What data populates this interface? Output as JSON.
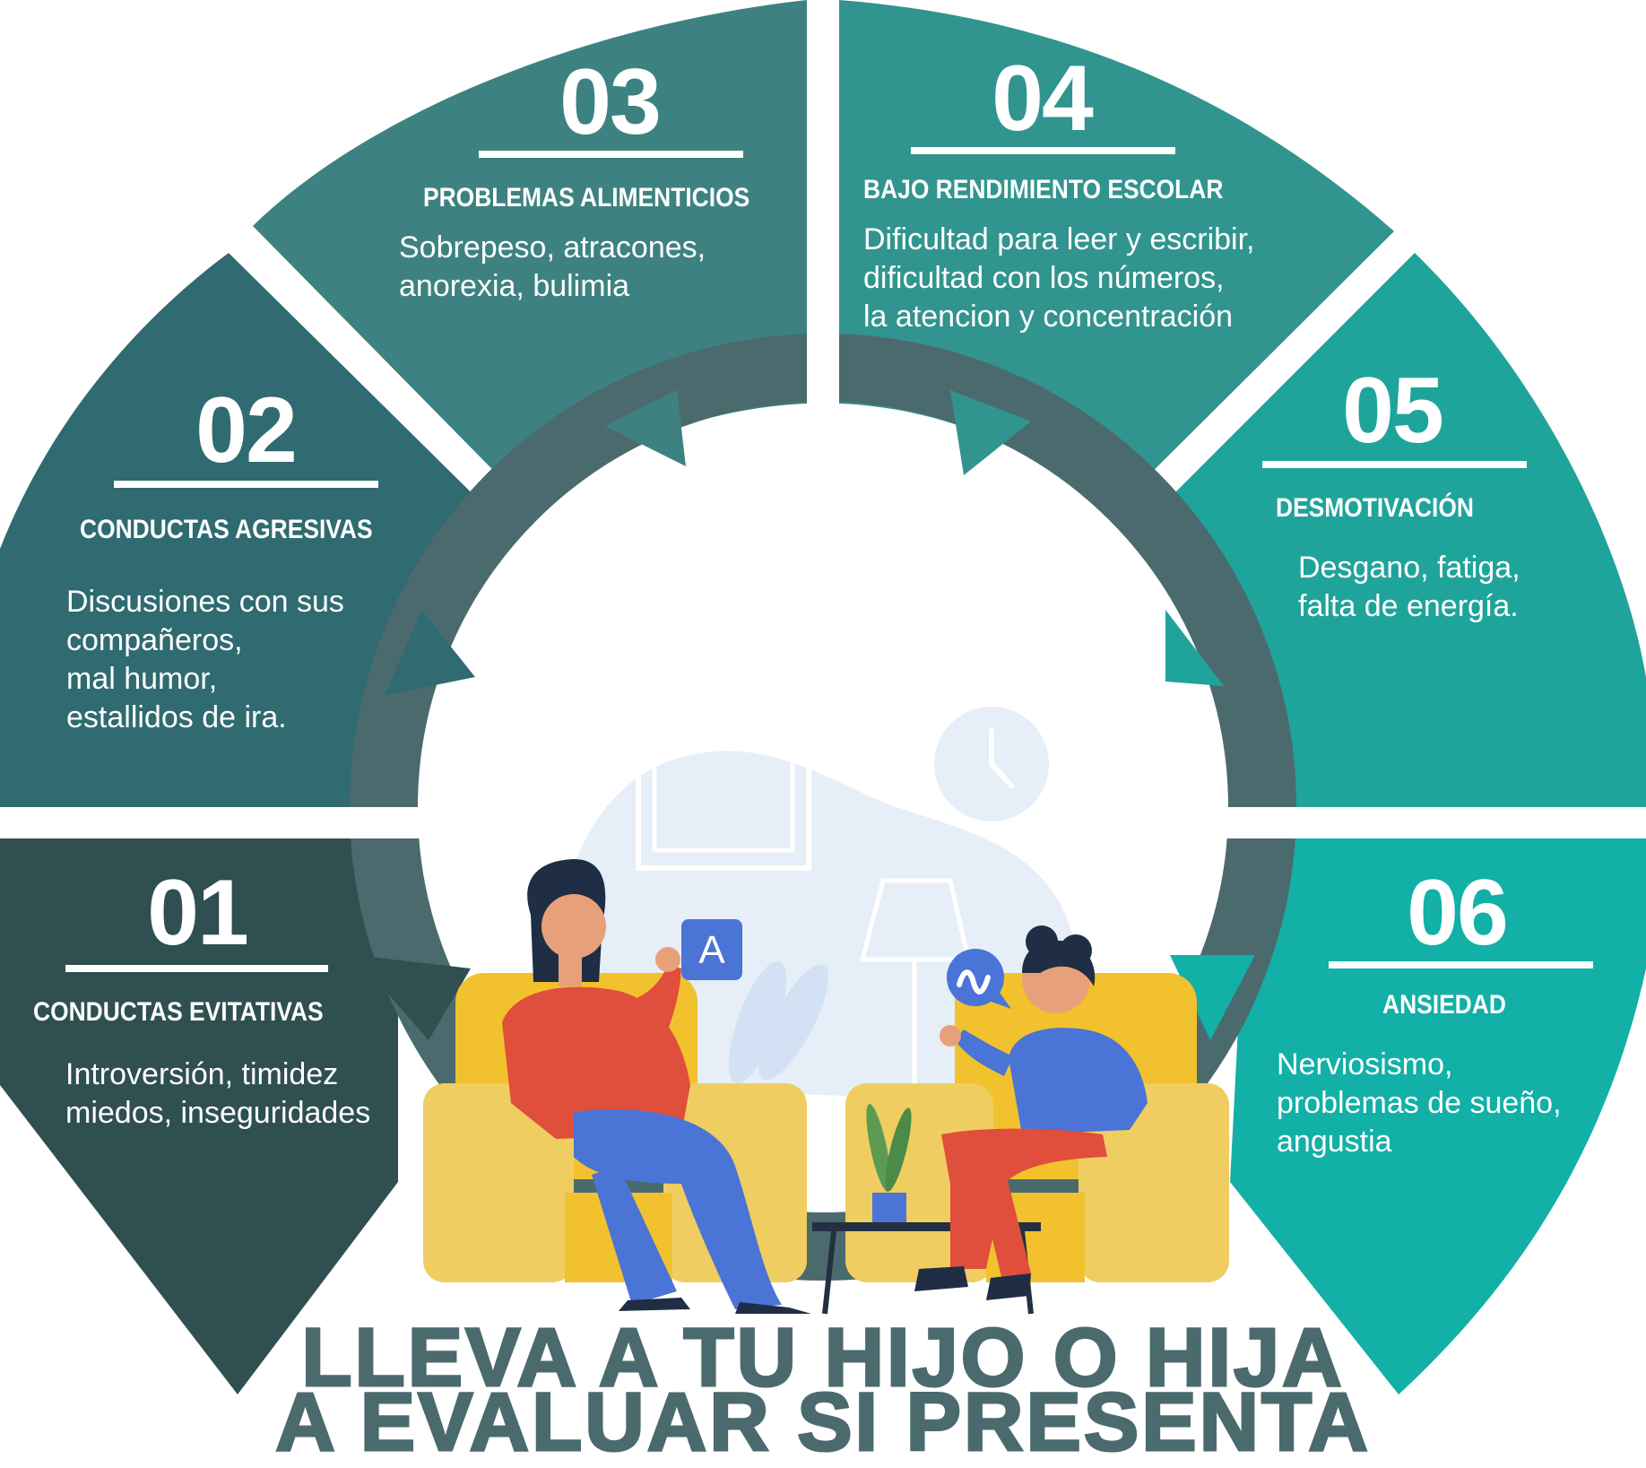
{
  "colors": {
    "seg01": "#2f4f50",
    "seg02": "#2f6b70",
    "seg03": "#3d8280",
    "seg04": "#31948f",
    "seg05": "#1fa49b",
    "seg06": "#12b0a6",
    "ring": "#4b6a6e",
    "banner": "#4b6a6e"
  },
  "segments": [
    {
      "number": "01",
      "title": "CONDUCTAS EVITATIVAS",
      "description": "Introversión, timidez\nmiedos, inseguridades"
    },
    {
      "number": "02",
      "title": "CONDUCTAS AGRESIVAS",
      "description": "Discusiones con sus\ncompañeros,\nmal humor,\nestallidos de ira."
    },
    {
      "number": "03",
      "title": "PROBLEMAS ALIMENTICIOS",
      "description": "Sobrepeso, atracones,\nanorexia, bulimia"
    },
    {
      "number": "04",
      "title": "BAJO RENDIMIENTO ESCOLAR",
      "description": "Dificultad para leer y escribir,\ndificultad con los números,\nla atencion y concentración"
    },
    {
      "number": "05",
      "title": "DESMOTIVACIÓN",
      "description": "Desgano, fatiga,\nfalta de energía."
    },
    {
      "number": "06",
      "title": "ANSIEDAD",
      "description": "Nerviosismo,\nproblemas de sueño,\nangustia"
    }
  ],
  "illustration": {
    "card_letter": "A"
  },
  "banner": {
    "line1": "LLEVA A TU HIJO O HIJA",
    "line2": "A EVALUAR SI PRESENTA"
  }
}
